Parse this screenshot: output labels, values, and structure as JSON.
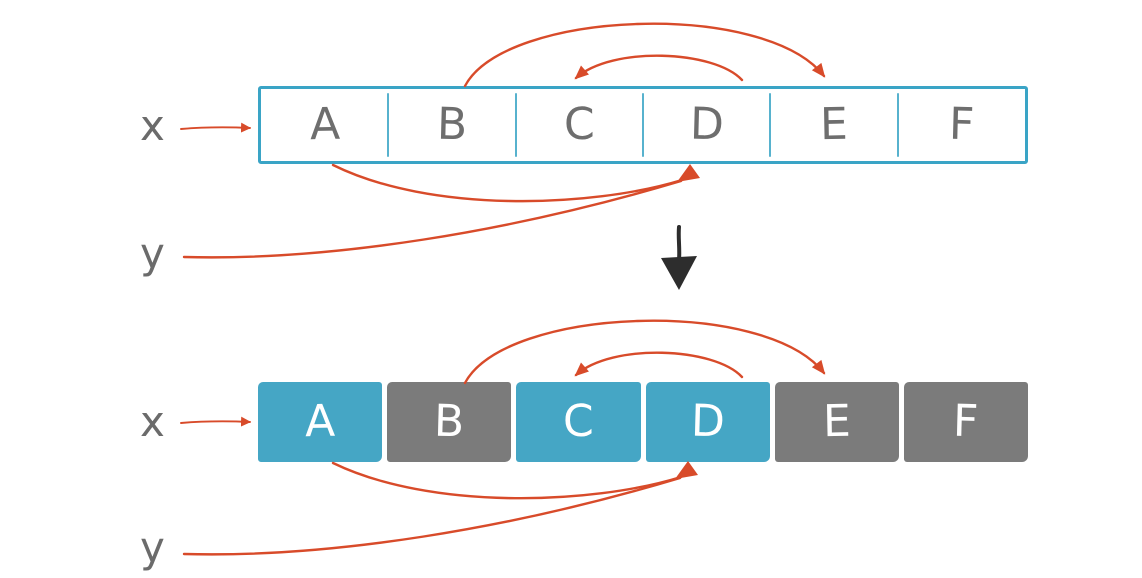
{
  "colors": {
    "canvas": "#ffffff",
    "arrow-red": "#d84b2a",
    "cell-blue": "#45a6c5",
    "cell-gray": "#7b7b7b",
    "border-blue": "#3aa4c6",
    "top-letter": "#6e6e6e",
    "label-gray": "#6b6b6b",
    "arrow-black": "#2d2d2d"
  },
  "icons": {
    "transform_down_arrow": "↓",
    "x_pointer_arrow": "→",
    "y_pointer_curve": "⟶"
  },
  "top_diagram": {
    "pointer_x": "x",
    "pointer_y": "y",
    "cells": [
      {
        "label": "A",
        "variant": "plain"
      },
      {
        "label": "B",
        "variant": "plain"
      },
      {
        "label": "C",
        "variant": "plain"
      },
      {
        "label": "D",
        "variant": "plain"
      },
      {
        "label": "E",
        "variant": "plain"
      },
      {
        "label": "F",
        "variant": "plain"
      }
    ]
  },
  "bottom_diagram": {
    "pointer_x": "x",
    "pointer_y": "y",
    "cells": [
      {
        "label": "A",
        "variant": "blue"
      },
      {
        "label": "B",
        "variant": "gray"
      },
      {
        "label": "C",
        "variant": "blue"
      },
      {
        "label": "D",
        "variant": "blue"
      },
      {
        "label": "E",
        "variant": "gray"
      },
      {
        "label": "F",
        "variant": "gray"
      }
    ]
  }
}
